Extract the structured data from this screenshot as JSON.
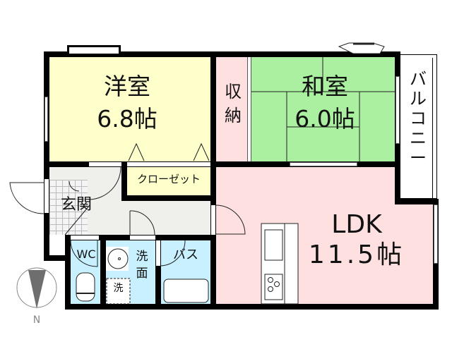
{
  "rooms": {
    "western": {
      "name": "洋室",
      "size": "6.8帖",
      "color": "#ffffcc"
    },
    "japanese": {
      "name": "和室",
      "size": "6.0帖",
      "color": "#aaf0a0"
    },
    "storage": {
      "name_line1": "収",
      "name_line2": "納",
      "color": "#ffe0e0"
    },
    "closet": {
      "name": "クローゼット",
      "color": "#ffffcc"
    },
    "ldk": {
      "name": "LDK",
      "size": "11.5帖",
      "color": "#ffe0e0"
    },
    "balcony": {
      "name": "バルコニー",
      "color": "#ffffff"
    },
    "entrance": {
      "name": "玄関",
      "color": "#eeeeee"
    },
    "wc": {
      "name": "WC",
      "color": "#c8f0ff"
    },
    "washroom": {
      "name_line1": "洗",
      "name_line2": "面",
      "color": "#c8f0ff"
    },
    "washer": {
      "name": "洗"
    },
    "bath": {
      "name": "バス",
      "color": "#c8f0ff"
    },
    "hall": {
      "color": "#efefec"
    }
  },
  "compass": {
    "label": "N"
  }
}
